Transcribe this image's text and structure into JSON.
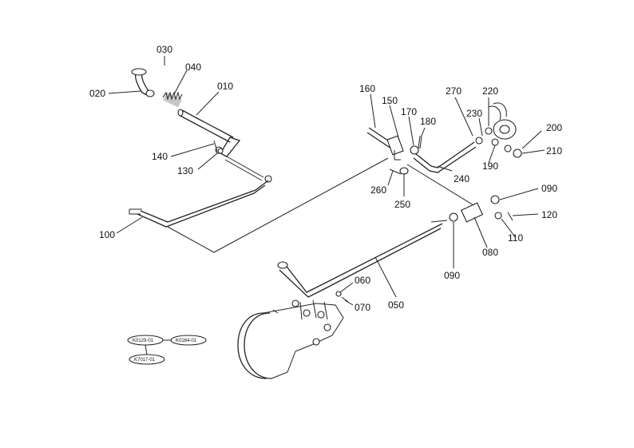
{
  "part_numbers": {
    "p010": "010",
    "p020": "020",
    "p030": "030",
    "p040": "040",
    "p050": "050",
    "p060": "060",
    "p070": "070",
    "p080": "080",
    "p090a": "090",
    "p090b": "090",
    "p100": "100",
    "p110": "110",
    "p120": "120",
    "p130": "130",
    "p140": "140",
    "p150": "150",
    "p160": "160",
    "p170": "170",
    "p180": "180",
    "p190": "190",
    "p200": "200",
    "p210": "210",
    "p220": "220",
    "p230": "230",
    "p240": "240",
    "p250": "250",
    "p260": "260",
    "p270": "270"
  },
  "reference_codes": {
    "r1": "K0129-01",
    "r2": "K0164-01",
    "r3": "K7017-01"
  },
  "colors": {
    "line": "#222222",
    "background": "#ffffff"
  }
}
